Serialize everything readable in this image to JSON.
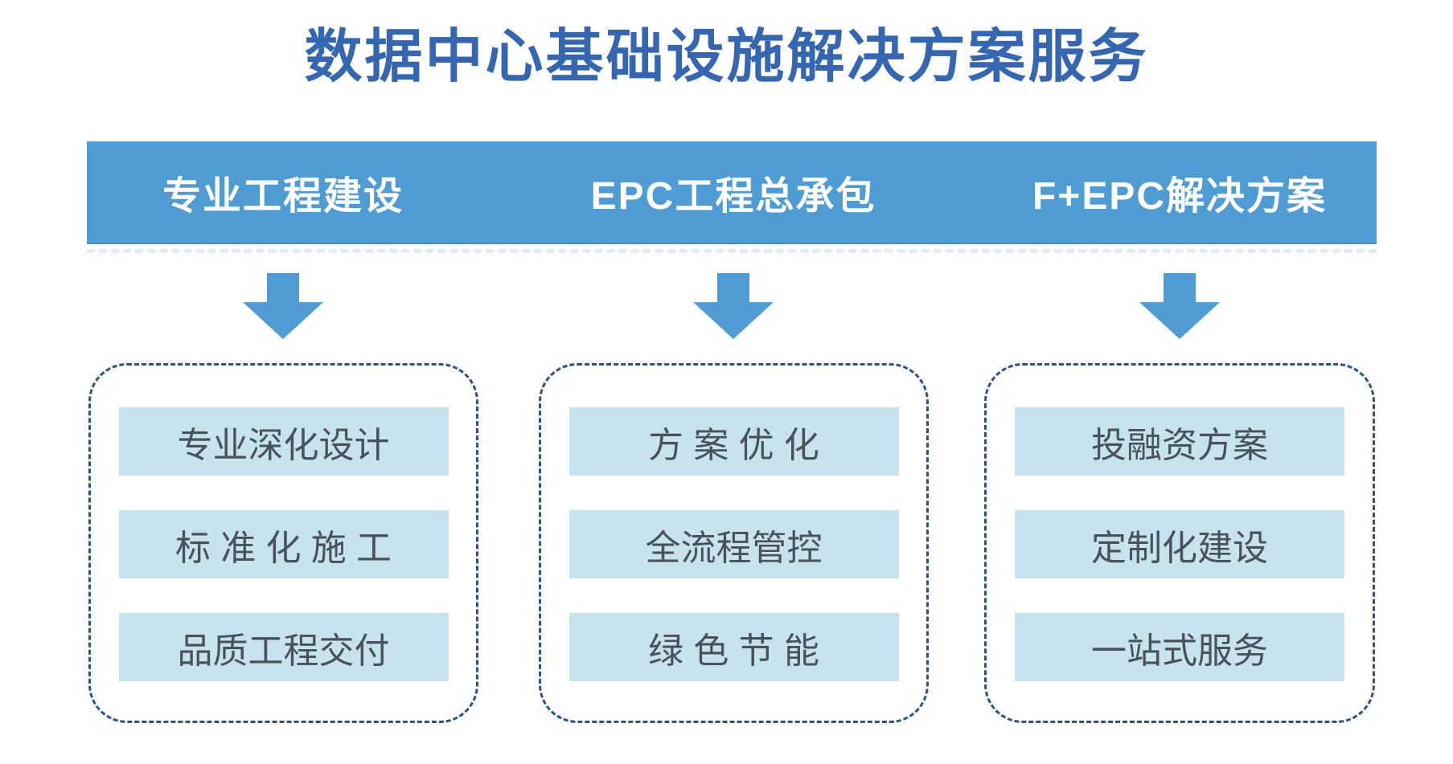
{
  "title": "数据中心基础设施解决方案服务",
  "columns": [
    {
      "header": "专业工程建设",
      "items": [
        "专业深化设计",
        "标 准 化 施 工",
        "品质工程交付"
      ]
    },
    {
      "header": "EPC工程总承包",
      "items": [
        "方 案 优 化",
        "全流程管控",
        "绿 色 节 能"
      ]
    },
    {
      "header": "F+EPC解决方案",
      "items": [
        "投融资方案",
        "定制化建设",
        "一站式服务"
      ]
    }
  ],
  "colors": {
    "title_text": "#3566B2",
    "header_bar": "#4E9CD3",
    "header_text": "#FFFFFF",
    "arrow": "#4E9CD3",
    "dashed_border": "#2F5380",
    "item_box_bg": "#C7E3ED",
    "item_text": "#47525C"
  }
}
